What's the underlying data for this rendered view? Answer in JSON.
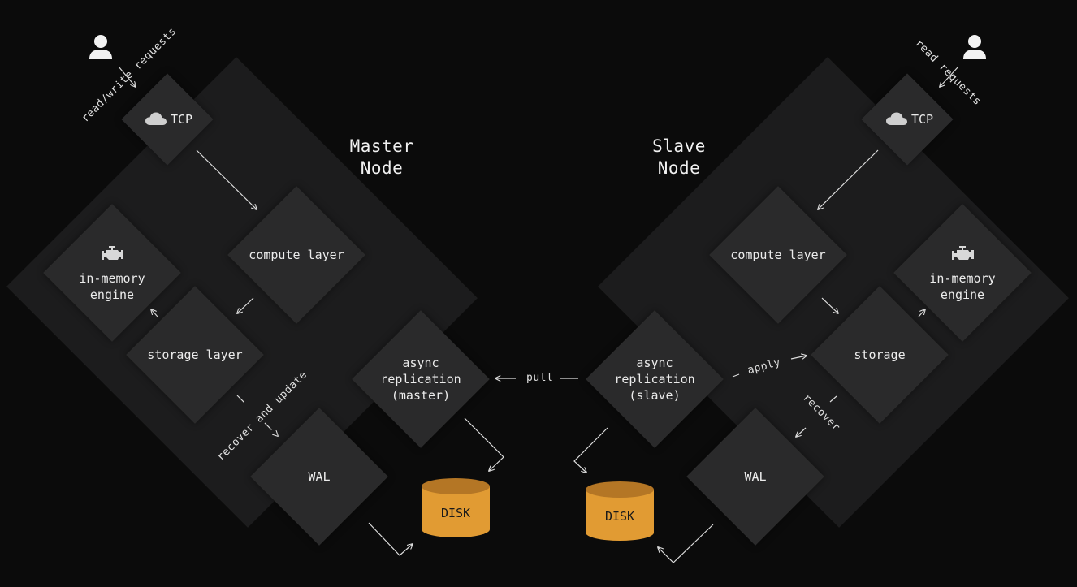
{
  "master": {
    "title_line1": "Master",
    "title_line2": "Node",
    "tcp_label": "TCP",
    "compute_label": "compute layer",
    "engine_line1": "in-memory",
    "engine_line2": "engine",
    "storage_label": "storage layer",
    "replication_line1": "async",
    "replication_line2": "replication",
    "replication_line3": "(master)",
    "wal_label": "WAL",
    "disk_label": "DISK",
    "client_edge": "read/write requests",
    "wal_edge": "recover and update"
  },
  "slave": {
    "title_line1": "Slave",
    "title_line2": "Node",
    "tcp_label": "TCP",
    "compute_label": "compute layer",
    "engine_line1": "in-memory",
    "engine_line2": "engine",
    "storage_label": "storage",
    "replication_line1": "async",
    "replication_line2": "replication",
    "replication_line3": "(slave)",
    "wal_label": "WAL",
    "disk_label": "DISK",
    "client_edge": "read requests",
    "apply_edge": "apply",
    "recover_edge": "recover"
  },
  "pull_edge": "pull",
  "colors": {
    "background": "#0b0b0b",
    "panel": "#1c1c1d",
    "node": "#2a2a2b",
    "disk": "#e19b33",
    "disk_top": "#b47625"
  },
  "icons": [
    "user-icon",
    "cloud-icon",
    "engine-icon"
  ]
}
